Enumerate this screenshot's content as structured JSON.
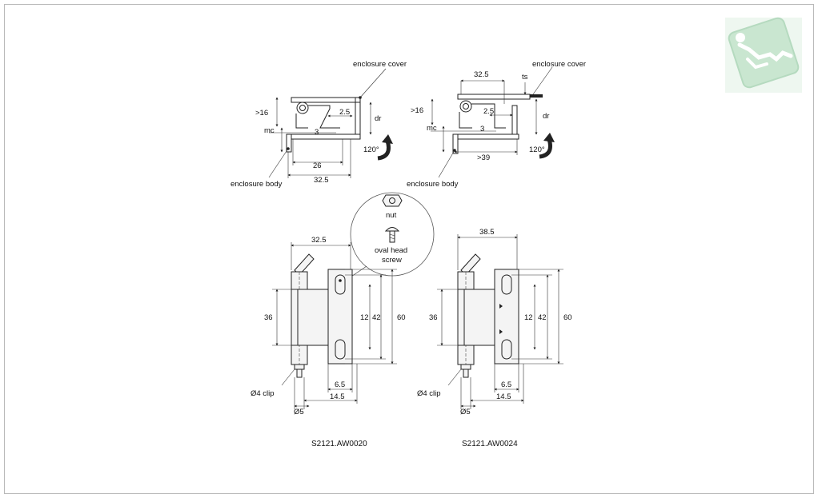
{
  "colors": {
    "logo_bg": "#c9e6d0",
    "logo_fg": "#ffffff",
    "line": "#222222"
  },
  "logo": {
    "icon": "hinge-logo-icon"
  },
  "top_left": {
    "enclosure_cover": "enclosure cover",
    "enclosure_body": "enclosure body",
    "gt16": ">16",
    "mc": "mc",
    "dim_3": "3",
    "dim_2_5": "2.5",
    "dr": "dr",
    "dim_26": "26",
    "dim_32_5": "32.5",
    "angle": "120°"
  },
  "top_right": {
    "enclosure_cover": "enclosure cover",
    "enclosure_body": "enclosure body",
    "dim_32_5": "32.5",
    "ts": "ts",
    "gt16": ">16",
    "mc": "mc",
    "dim_2_5": "2.5",
    "dim_3": "3",
    "dr": "dr",
    "gt39": ">39",
    "angle": "120°"
  },
  "callout": {
    "nut": "nut",
    "screw_line1": "oval head",
    "screw_line2": "screw"
  },
  "bottom_left": {
    "width": "32.5",
    "h36": "36",
    "h12": "12",
    "h42": "42",
    "h60": "60",
    "clip": "Ø4 clip",
    "w6_5": "6.5",
    "w14_5": "14.5",
    "d5": "Ø5",
    "caption": "S2121.AW0020"
  },
  "bottom_right": {
    "width": "38.5",
    "h36": "36",
    "h12": "12",
    "h42": "42",
    "h60": "60",
    "clip": "Ø4 clip",
    "w6_5": "6.5",
    "w14_5": "14.5",
    "d5": "Ø5",
    "caption": "S2121.AW0024"
  }
}
